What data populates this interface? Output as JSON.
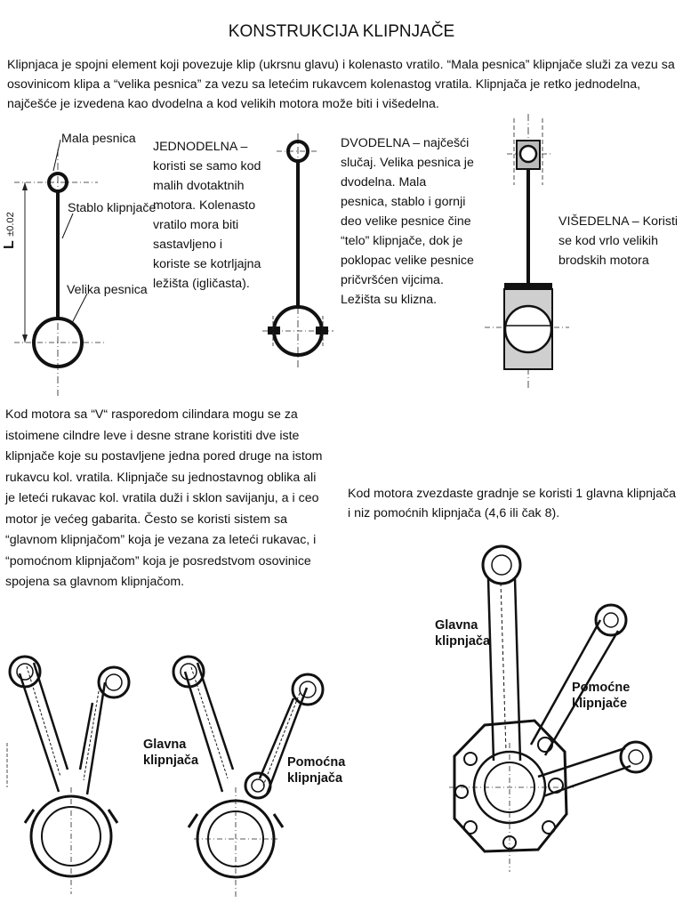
{
  "title": "KONSTRUKCIJA KLIPNJAČE",
  "intro": "Klipnjaca je spojni element koji povezuje klip (ukrsnu glavu) i kolenasto vratilo. “Mala pesnica” klipnjače služi za vezu sa osovinicom klipa a “velika pesnica” za vezu sa letećim rukavcem kolenastog vratila. Klipnjača je retko jednodelna, najčešće je izvedena kao dvodelna a kod velikih motora može biti i višedelna.",
  "figure1": {
    "mala_pesnica": "Mala pesnica",
    "stablo": "Stablo klipnjače",
    "velika_pesnica": "Velika pesnica",
    "dim_label": "L",
    "dim_tol": "±0.02"
  },
  "jednodelna": "JEDNODELNA – koristi se samo kod malih dvotaktnih motora. Kolenasto vratilo mora biti sastavljeno i koriste se kotrljajna ležišta (igličasta).",
  "dvodelna": "DVODELNA – najčešći slučaj. Velika pesnica je dvodelna. Mala pesnica, stablo i gornji deo velike pesnice čine “telo” klipnjače, dok je poklopac velike pesnice pričvršćen vijcima. Ležišta su klizna.",
  "visedelna": "VIŠEDELNA – Koristi se kod vrlo velikih brodskih motora",
  "v_motor": "Kod motora sa “V“ rasporedom cilindara mogu se za istoimene cilndre leve i desne strane koristiti dve iste klipnjače koje su postavljene jedna pored druge na istom rukavcu kol. vratila. Klipnjače su jednostavnog oblika ali je leteći rukavac kol. vratila duži i sklon savijanju, a i ceo motor je većeg gabarita. Često se koristi sistem sa “glavnom klipnjačom” koja je vezana za leteći rukavac, i “pomoćnom klipnjačom” koja je posredstvom osovinice spojena sa glavnom klipnjačom.",
  "zvezdasti": "Kod motora zvezdaste gradnje se koristi 1 glavna klipnjača i niz pomoćnih klipnjača (4,6 ili čak 8).",
  "figure_v": {
    "glavna_1": "Glavna",
    "glavna_2": "klipnjača",
    "pomocna_1": "Pomoćna",
    "pomocna_2": "klipnjača"
  },
  "figure_star": {
    "glavna_1": "Glavna",
    "glavna_2": "klipnjača",
    "pomocne_1": "Pomoćne",
    "pomocne_2": "klipnjače"
  }
}
